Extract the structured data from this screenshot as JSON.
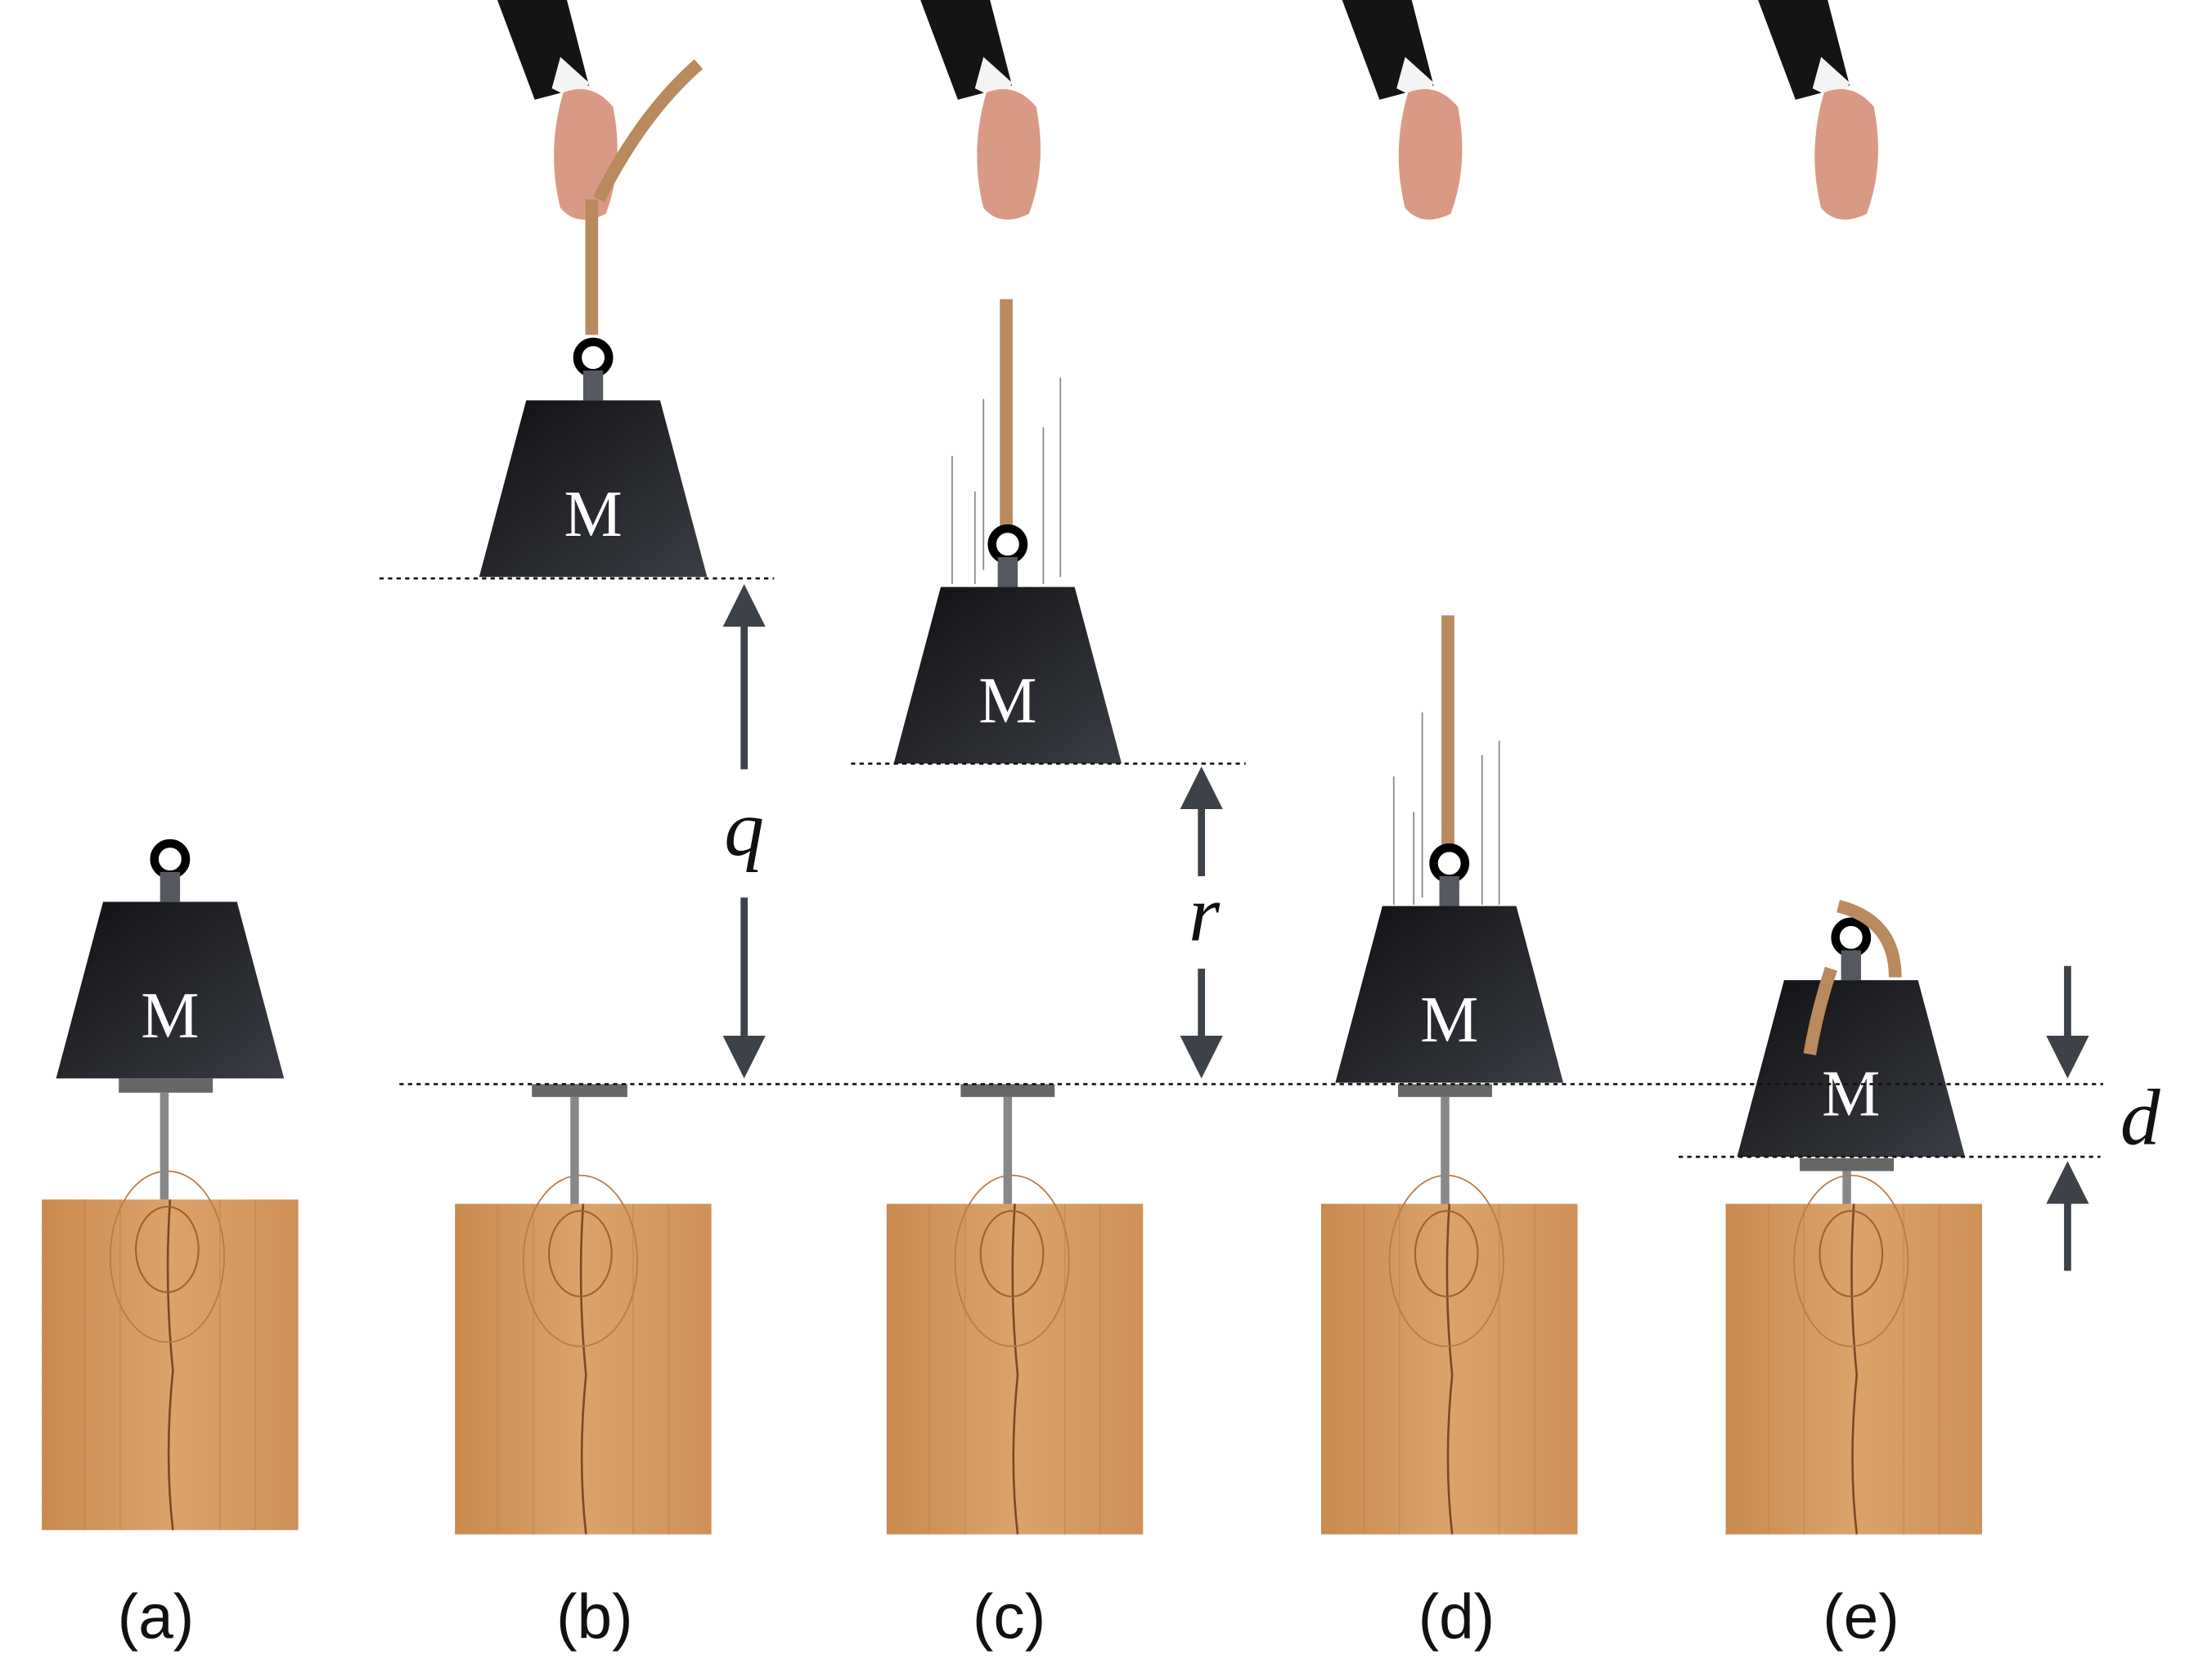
{
  "panels": [
    {
      "label": "(a)",
      "mass": "M"
    },
    {
      "label": "(b)",
      "mass": "M"
    },
    {
      "label": "(c)",
      "mass": "M"
    },
    {
      "label": "(d)",
      "mass": "M"
    },
    {
      "label": "(e)",
      "mass": "M"
    }
  ],
  "dimensions": {
    "q": "q",
    "r": "r",
    "d": "d"
  },
  "colors": {
    "weight": "#1c1d20",
    "arrow": "#3d4148",
    "wood": "#d69a5e",
    "rope": "#b98a5e",
    "nail": "#666666"
  }
}
